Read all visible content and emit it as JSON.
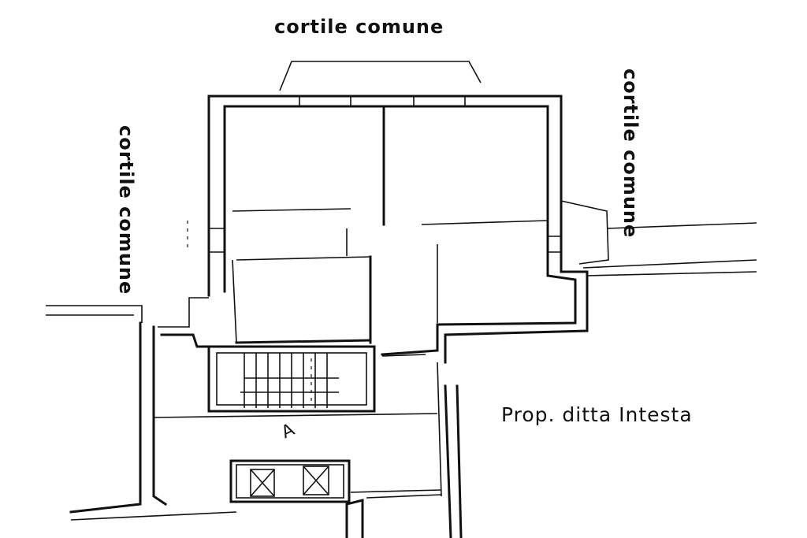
{
  "labels": {
    "top_courtyard": "cortile comune",
    "right_courtyard": "cortile comune",
    "left_courtyard": "cortile comune",
    "neighbor_property": "Prop. ditta Intesta",
    "stair_marker": "A"
  },
  "colors": {
    "ink": "#111111",
    "paper": "#ffffff"
  }
}
